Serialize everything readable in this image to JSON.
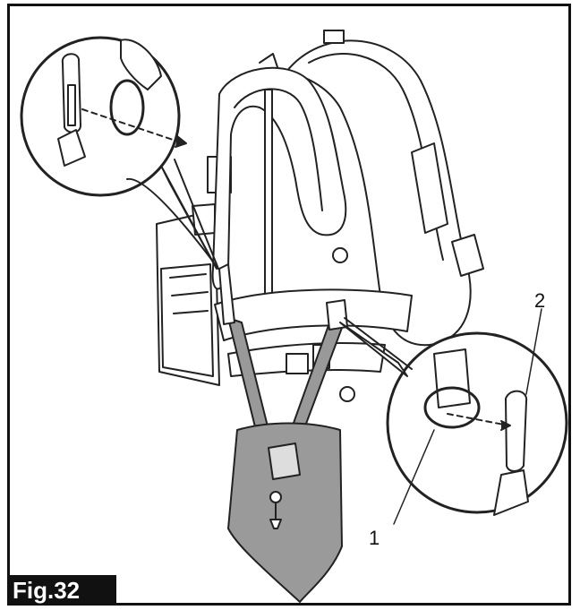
{
  "figure": {
    "label": "Fig.32"
  },
  "callouts": [
    {
      "number": "1"
    },
    {
      "number": "2"
    }
  ]
}
